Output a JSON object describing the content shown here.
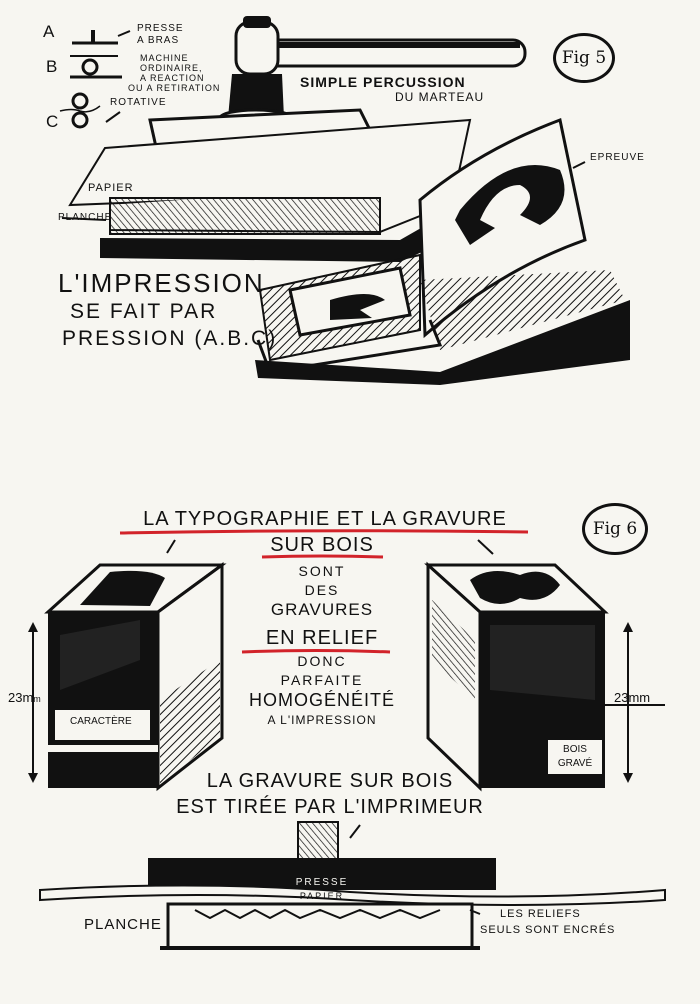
{
  "fig5": {
    "badge": "Fig 5",
    "legend": {
      "a_letter": "A",
      "a_line1": "PRESSE",
      "a_line2": "A BRAS",
      "b_letter": "B",
      "b_line1": "MACHINE",
      "b_line2": "ORDINAIRE,",
      "b_line3": "A REACTION",
      "b_line4": "OU A RETIRATION",
      "c_letter": "C",
      "c_line1": "ROTATIVE"
    },
    "percussion_1": "SIMPLE PERCUSSION",
    "percussion_2": "DU MARTEAU",
    "epreuve": "EPREUVE",
    "papier": "PAPIER",
    "planche": "PLANCHE",
    "title_1": "L'IMPRESSION",
    "title_2": "SE FAIT PAR",
    "title_3": "PRESSION (A.B.C)"
  },
  "fig6": {
    "badge": "Fig 6",
    "center": {
      "line1": "LA TYPOGRAPHIE ET LA GRAVURE",
      "line2": "SUR BOIS",
      "line3": "SONT",
      "line4": "DES",
      "line5": "GRAVURES",
      "line6": "EN RELIEF",
      "line7": "DONC",
      "line8": "PARFAITE",
      "line9": "HOMOGÉNÉITÉ",
      "line10": "A L'IMPRESSION"
    },
    "left_dim": "23m",
    "left_unit": "m",
    "caractere": "CARACTÈRE",
    "right_dim": "23mm",
    "bois_1": "BOIS",
    "bois_2": "GRAVÉ",
    "bottom_1": "LA GRAVURE SUR BOIS",
    "bottom_2": "EST TIRÉE PAR L'IMPRIMEUR",
    "presse": "PRESSE",
    "papier": "PAPIER",
    "planche": "PLANCHE",
    "reliefs_1": "LES RELIEFS",
    "reliefs_2": "SEULS SONT ENCRÉS"
  },
  "colors": {
    "ink": "#111111",
    "underline": "#d2232a",
    "paper": "#f7f6f1"
  }
}
